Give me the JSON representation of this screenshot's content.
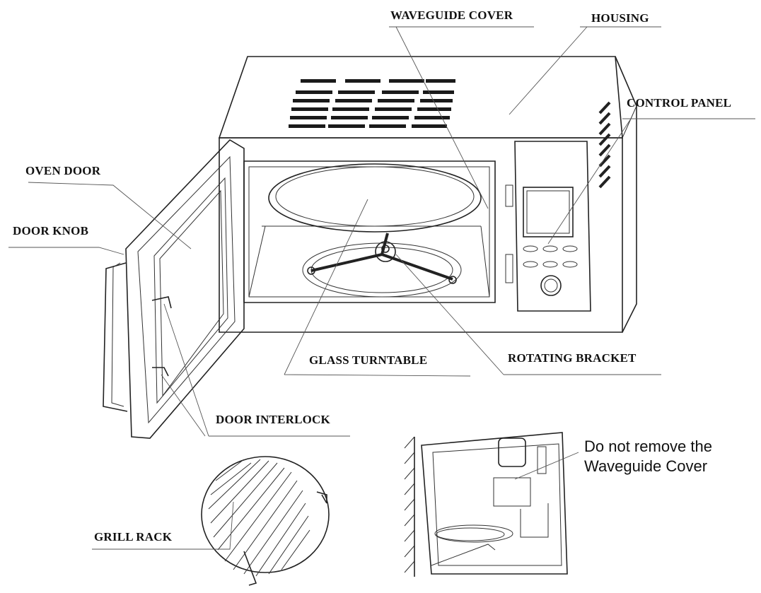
{
  "labels": {
    "waveguide_cover": "WAVEGUIDE COVER",
    "housing": "HOUSING",
    "control_panel": "CONTROL PANEL",
    "oven_door": "OVEN DOOR",
    "door_knob": "DOOR KNOB",
    "glass_turntable": "GLASS TURNTABLE",
    "rotating_bracket": "ROTATING BRACKET",
    "door_interlock": "DOOR INTERLOCK",
    "grill_rack": "GRILL RACK"
  },
  "note": {
    "line1": "Do not remove the",
    "line2": "Waveguide Cover"
  }
}
